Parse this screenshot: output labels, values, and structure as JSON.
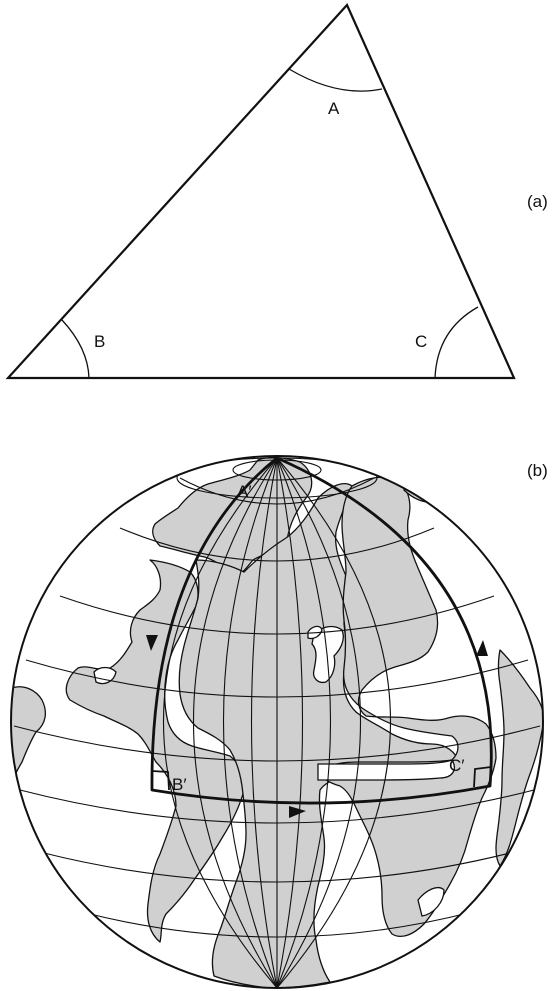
{
  "panel_a": {
    "panel_label": "(a)",
    "vertices": {
      "a": "A",
      "b": "B",
      "c": "C"
    }
  },
  "panel_b": {
    "panel_label": "(b)",
    "vertices": {
      "a": "A′",
      "b": "B′",
      "c": "C′"
    },
    "icons": [
      "globe-icon",
      "direction-arrow-icon",
      "right-angle-mark"
    ],
    "colors": {
      "land": "#d0d0d0",
      "ocean": "#ffffff",
      "lines": "#111111"
    }
  }
}
